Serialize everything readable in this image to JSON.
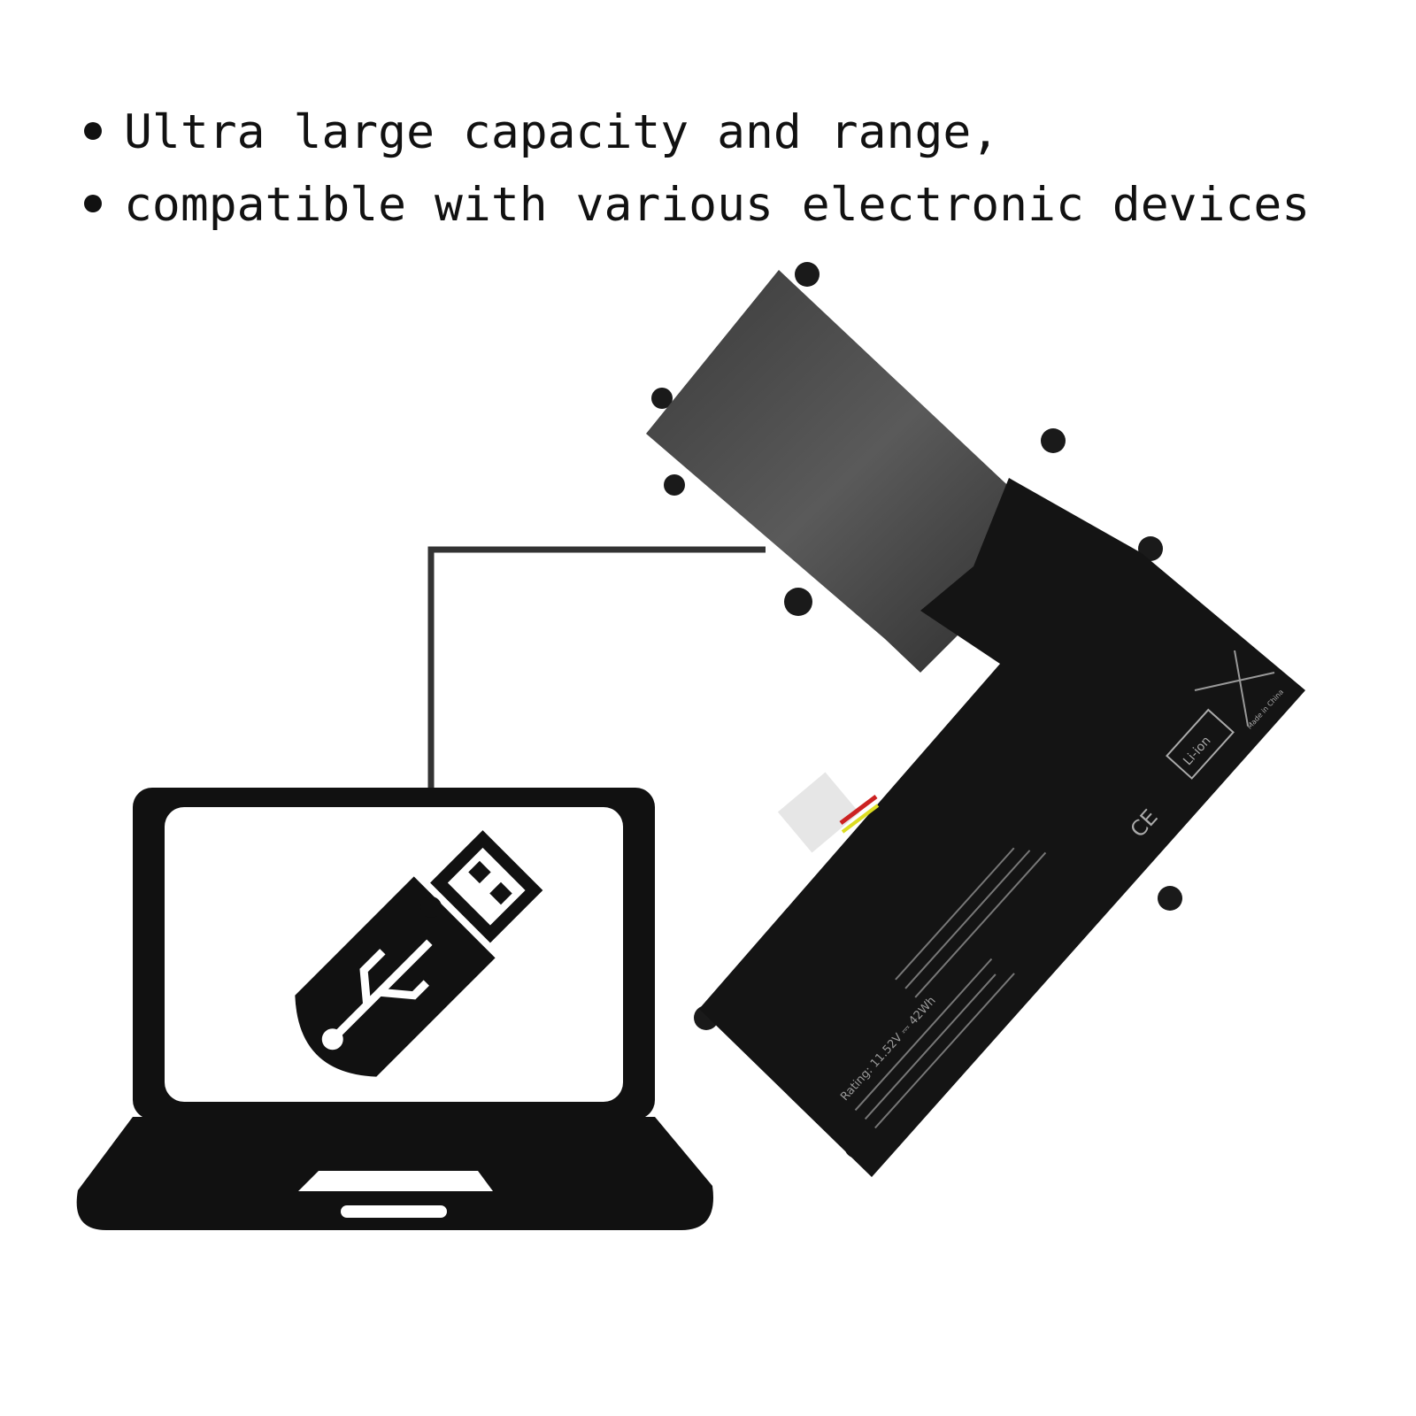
{
  "bullets": [
    "Ultra large capacity and range,",
    "compatible with various electronic devices"
  ],
  "battery": {
    "rating": "Rating: 11.52V ⎓ 42Wh",
    "chemistry_mark": "Li-ion",
    "ce_mark": "CE",
    "origin": "Made in China"
  },
  "colors": {
    "icon": "#111111",
    "battery_upper": "#4a4a4a",
    "battery_lower": "#141414",
    "connector": "#e6e6e6"
  }
}
